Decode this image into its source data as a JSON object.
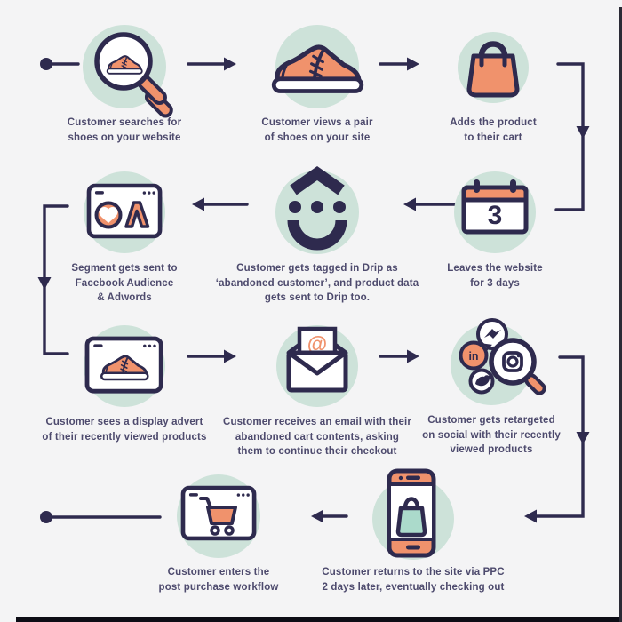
{
  "theme": {
    "background": "#f4f4f5",
    "circle": "#cde2d9",
    "navy": "#2e2a4e",
    "orange": "#f0926c",
    "teal": "#abdacb",
    "white": "#ffffff",
    "label_text": "#4d4a6d",
    "edge": "#0d0d15"
  },
  "nodes": [
    {
      "id": "search",
      "icon": "magnifier-shoe-icon",
      "label": "Customer searches for\nshoes on your website"
    },
    {
      "id": "view-product",
      "icon": "sneaker-icon",
      "label": "Customer views a pair\nof shoes on your site"
    },
    {
      "id": "add-to-cart",
      "icon": "shopping-bag-icon",
      "label": "Adds the product\nto their cart"
    },
    {
      "id": "leave-site",
      "icon": "calendar-icon",
      "label": "Leaves the website\nfor 3 days",
      "calendar_number": "3"
    },
    {
      "id": "drip-tag",
      "icon": "drip-logo-icon",
      "label": "Customer gets tagged in Drip as\n‘abandoned customer’, and product data\ngets sent to Drip too."
    },
    {
      "id": "segment-sync",
      "icon": "browser-audience-icon",
      "label": "Segment gets sent to\nFacebook Audience\n& Adwords"
    },
    {
      "id": "display-advert",
      "icon": "browser-shoe-icon",
      "label": "Customer sees a display advert\nof their recently viewed products"
    },
    {
      "id": "abandoned-cart-email",
      "icon": "open-envelope-icon",
      "label": "Customer receives an email with their\nabandoned cart contents, asking\nthem to continue their checkout",
      "at_symbol": "@"
    },
    {
      "id": "social-retargeting",
      "icon": "social-networks-icon",
      "label": "Customer gets retargeted\non social with their recently\nviewed products",
      "linkedin_text": "in"
    },
    {
      "id": "ppc-return",
      "icon": "phone-shopping-icon",
      "label": "Customer returns to the site via PPC\n2 days later, eventually checking out"
    },
    {
      "id": "post-purchase",
      "icon": "browser-cart-icon",
      "label": "Customer enters the\npost purchase workflow"
    }
  ]
}
